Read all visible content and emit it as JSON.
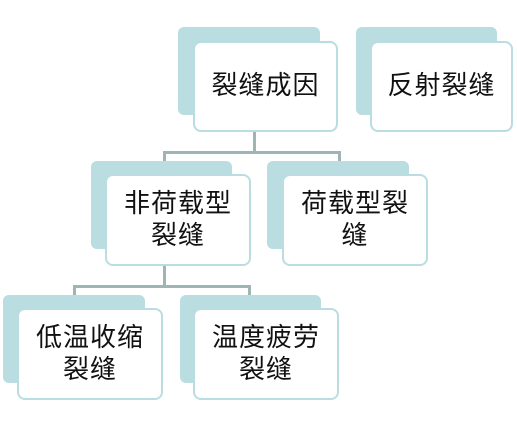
{
  "nodes": {
    "root": {
      "label": "裂缝成因"
    },
    "reflective": {
      "label": "反射裂缝"
    },
    "non_load": {
      "label": "非荷载型\n裂缝"
    },
    "load": {
      "label": "荷载型裂\n缝"
    },
    "low_temp": {
      "label": "低温收缩\n裂缝"
    },
    "temp_fatigue": {
      "label": "温度疲劳\n裂缝"
    }
  },
  "colors": {
    "accent": "#b9dde0",
    "connector": "#9fb4b4",
    "text": "#111111"
  }
}
